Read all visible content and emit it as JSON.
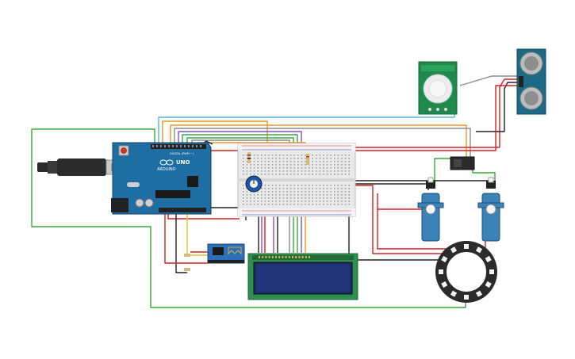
{
  "colors": {
    "arduino_board": "#1f6ea3",
    "arduino_dark": "#164f78",
    "breadboard": "#e9e9e9",
    "lcd_pcb": "#2f8f4f",
    "lcd_screen": "#1d2b66",
    "pir_pcb": "#1e8a4c",
    "ultrasonic_pcb": "#1c6a86",
    "servo_body": "#3a82b8",
    "neopixel_ring": "#2b2b2b",
    "esp_board": "#2a6fb8",
    "wire_red": "#d62020",
    "wire_black": "#222222",
    "wire_green": "#3aa83a",
    "wire_cyan": "#55b6d8",
    "wire_purple": "#8a4fc0",
    "wire_orange": "#e7962c",
    "wire_gray": "#8a8a8a",
    "wire_yellow": "#e6c32a"
  },
  "labels": {
    "arduino_logo": "UNO",
    "arduino_brand": "ARDUINO",
    "arduino_digital": "DIGITAL (PWM ~)"
  },
  "icons": {
    "arduino": "arduino-uno-icon",
    "breadboard": "breadboard-icon",
    "lcd": "lcd-16x2-icon",
    "pir": "pir-sensor-icon",
    "ultrasonic": "ultrasonic-sensor-icon",
    "servo": "servo-motor-icon",
    "neopixel": "neopixel-ring-icon",
    "esp": "esp8266-module-icon",
    "potentiometer": "potentiometer-icon",
    "relay": "relay-module-icon",
    "usb": "usb-cable-icon"
  }
}
